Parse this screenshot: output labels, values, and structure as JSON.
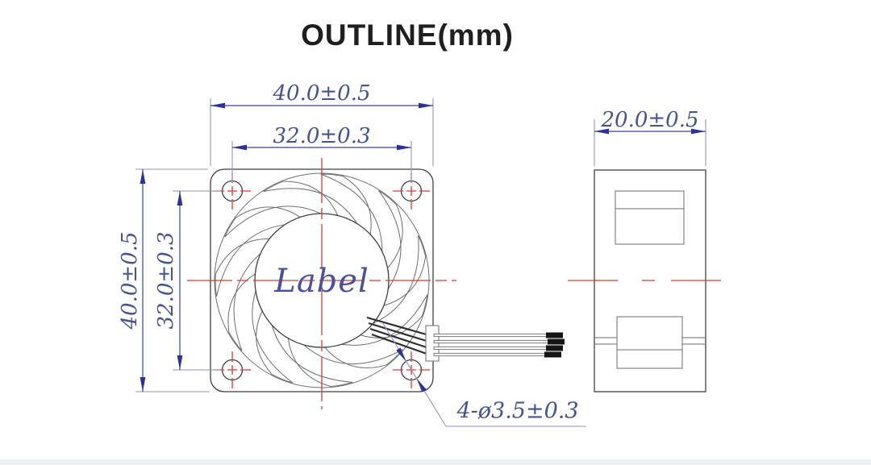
{
  "title": "OUTLINE(mm)",
  "front_view": {
    "name": "fan front view",
    "label": "Label",
    "dim_width": "40.0±0.5",
    "dim_hole_spacing_h": "32.0±0.3",
    "dim_height": "40.0±0.5",
    "dim_hole_spacing_v": "32.0±0.3",
    "hole_note": "4-ø3.5±0.3",
    "blade_count": 11,
    "mounting_holes": 4,
    "wire_count": 4
  },
  "side_view": {
    "name": "fan side view",
    "dim_depth": "20.0±0.5"
  },
  "colors": {
    "drawing_gray": "#3f3f3f",
    "centerline_red": "#d23c3c",
    "dim_blue": "#3a4193",
    "ext_blue": "#9096b4",
    "arrow_blue": "#2b309b",
    "text_blue": "#46538e",
    "label_indigo": "#4a4f9f",
    "wire_tip": "#151515",
    "footer_gray": "#eef0f3"
  }
}
